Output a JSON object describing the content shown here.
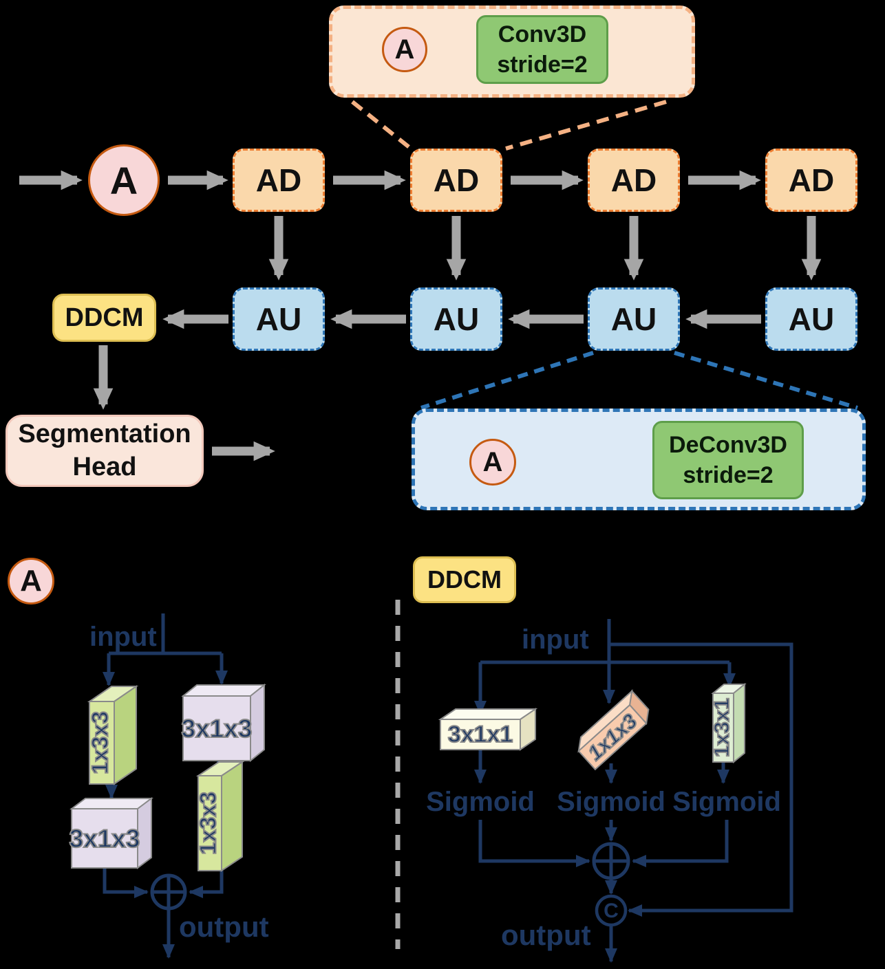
{
  "top_inset": {
    "a": "A",
    "conv": [
      "Conv3D",
      "stride=2"
    ]
  },
  "encoder": {
    "a": "A",
    "ad": [
      "AD",
      "AD",
      "AD",
      "AD"
    ]
  },
  "decoder": {
    "au": [
      "AU",
      "AU",
      "AU",
      "AU"
    ],
    "ddcm": "DDCM"
  },
  "seg_head": [
    "Segmentation",
    "Head"
  ],
  "deconv_inset": {
    "a": "A",
    "deconv": [
      "DeConv3D",
      "stride=2"
    ]
  },
  "legends": {
    "a": "A",
    "ddcm": "DDCM"
  },
  "module_a": {
    "input": "input",
    "output": "output",
    "blocks": {
      "left_top": "1x3x3",
      "right_top": "3x1x3",
      "left_bottom": "3x1x3",
      "right_bottom": "1x3x3"
    }
  },
  "module_ddcm": {
    "input": "input",
    "output": "output",
    "kernels": [
      "3x1x1",
      "1x1x3",
      "1x3x1"
    ],
    "sigmoids": [
      "Sigmoid",
      "Sigmoid",
      "Sigmoid"
    ],
    "concat": "C"
  },
  "colors": {
    "arrow_gray": "#A6A6A6",
    "navy": "#1E3862",
    "ad_fill": "#FAD8AB",
    "ad_border": "#ED7D31",
    "au_fill": "#BBDCEE",
    "au_border": "#2E75B6",
    "conv_green": "#8FC873",
    "ddcm_yellow": "#FCE283",
    "circle_pink": "#F8D7D8",
    "circle_border": "#C55A11",
    "inset_orange_fill": "#FBE6D3",
    "inset_blue_fill": "#DDEAF6",
    "seg_fill": "#FAE6DB",
    "slab_green": "#D7E79E",
    "slab_lavender": "#E6DEED",
    "slab_cream": "#FCFAE4",
    "slab_peach": "#F8CBAD",
    "slab_lightgreen": "#DEEDD3"
  }
}
